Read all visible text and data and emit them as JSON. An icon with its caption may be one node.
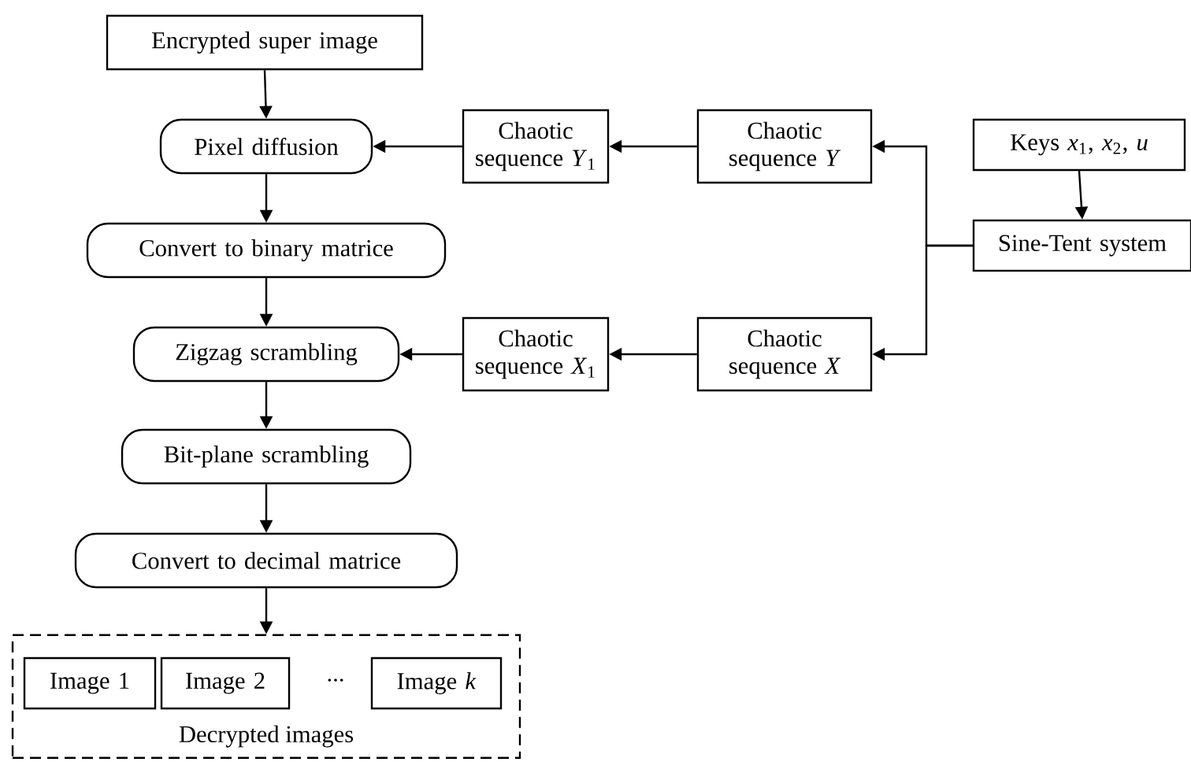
{
  "diagram": {
    "nodes": [
      {
        "text": [
          "Encrypted super image"
        ]
      },
      {
        "text": [
          "Pixel diffusion"
        ]
      },
      {
        "text": [
          "Convert to binary matrice"
        ]
      },
      {
        "text": [
          "Zigzag scrambling"
        ]
      },
      {
        "text": [
          "Bit-plane scrambling"
        ]
      },
      {
        "text": [
          "Convert to decimal matrice"
        ]
      },
      {
        "text": [
          "Decrypted images"
        ]
      },
      {
        "text": [
          "Image 1"
        ],
        "in": 6
      },
      {
        "text": [
          "Image 2"
        ],
        "in": 6
      },
      {
        "text": [
          "Image *k*"
        ],
        "in": 6
      },
      {
        "text": [
          "Chaotic sequence *Y*$_{1}$"
        ]
      },
      {
        "text": [
          "Chaotic sequence *Y*"
        ]
      },
      {
        "text": [
          "Keys *x*$_{1}$, *x*$_{2}$, *u*"
        ]
      },
      {
        "text": [
          "Sine-Tent system"
        ]
      },
      {
        "text": [
          "Chaotic sequence *X*$_{1}$"
        ]
      },
      {
        "text": [
          "Chaotic sequence *X*"
        ]
      }
    ],
    "edges": [
      {
        "from": 0,
        "to": 1,
        "arrow": "to"
      },
      {
        "from": 1,
        "to": 2,
        "arrow": "to"
      },
      {
        "from": 2,
        "to": 3,
        "arrow": "to"
      },
      {
        "from": 3,
        "to": 4,
        "arrow": "to"
      },
      {
        "from": 4,
        "to": 5,
        "arrow": "to"
      },
      {
        "from": 5,
        "to": 6,
        "arrow": "to"
      },
      {
        "from": 10,
        "to": 1,
        "arrow": "to"
      },
      {
        "from": 11,
        "to": 10,
        "arrow": "to"
      },
      {
        "from": 13,
        "to": 11,
        "arrow": "to"
      },
      {
        "from": 13,
        "to": 15,
        "arrow": "to"
      },
      {
        "from": 15,
        "to": 14,
        "arrow": "to"
      },
      {
        "from": 14,
        "to": 3,
        "arrow": "to"
      },
      {
        "from": 12,
        "to": 13,
        "arrow": "to"
      }
    ],
    "labels": [
      "..."
    ]
  }
}
